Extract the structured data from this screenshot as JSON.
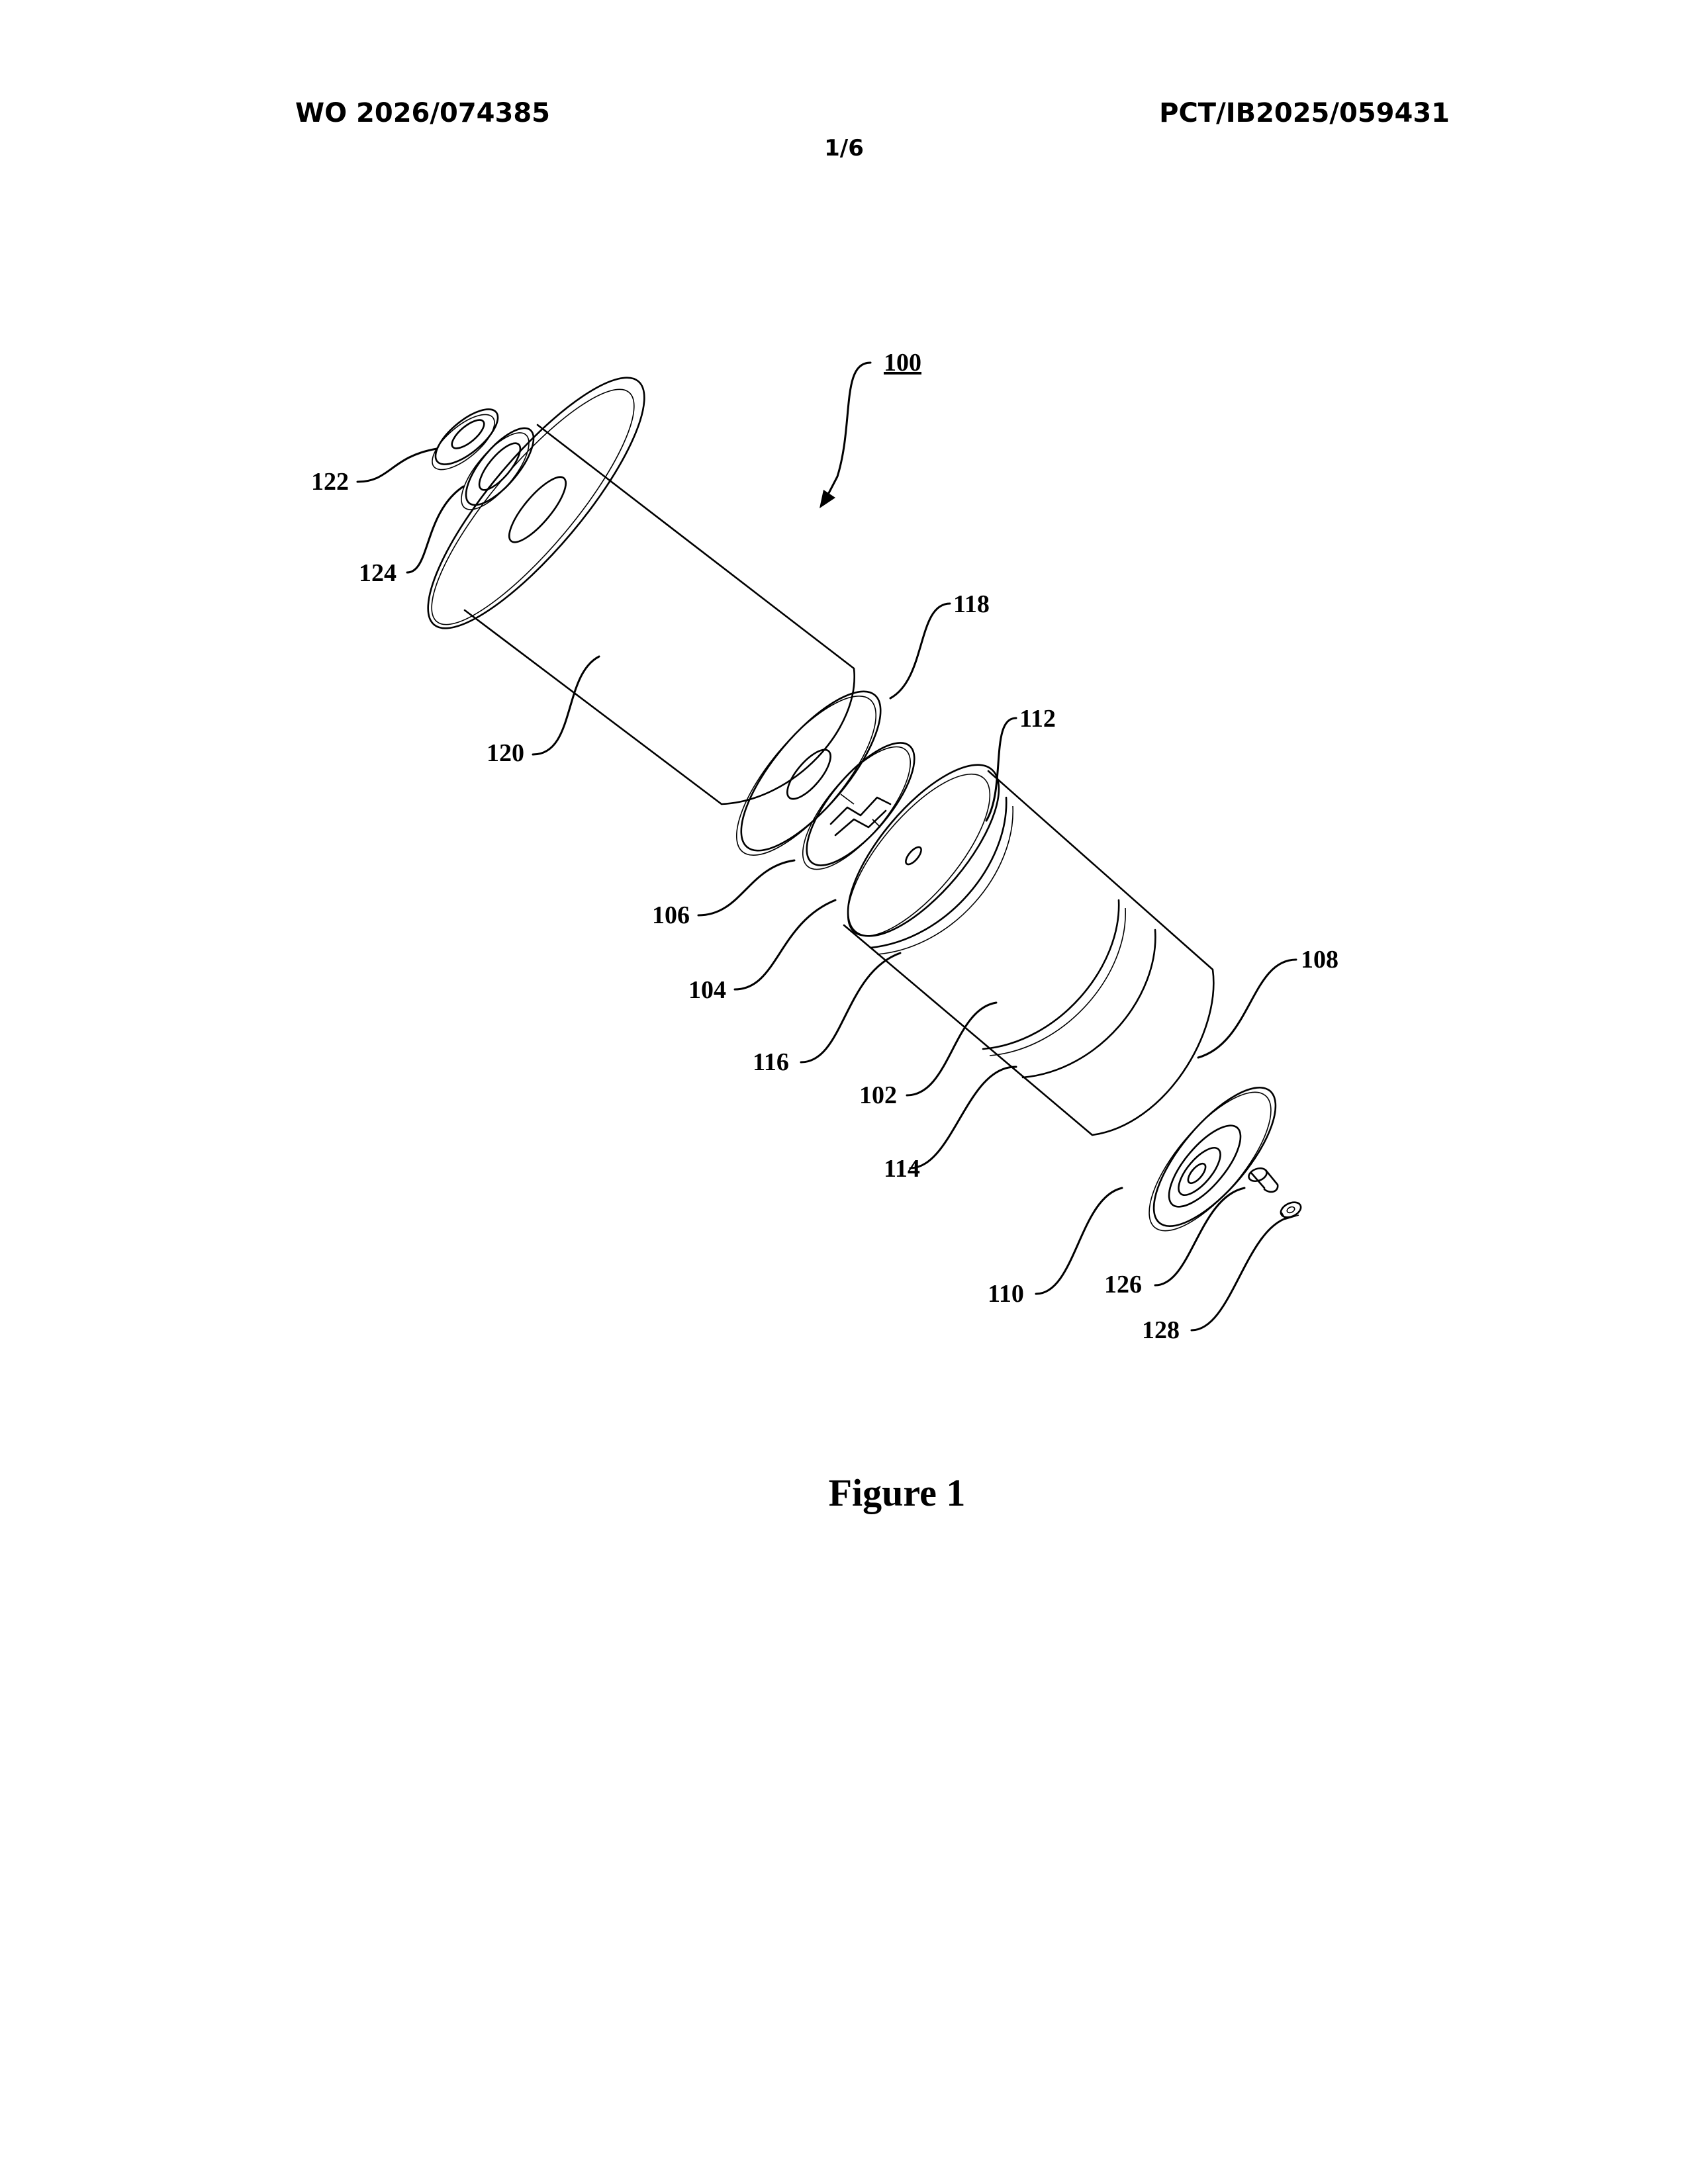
{
  "header": {
    "publication_number": "WO 2026/074385",
    "application_number": "PCT/IB2025/059431",
    "sheet": "1/6"
  },
  "figure": {
    "caption": "Figure 1",
    "reference_numerals": {
      "assembly": "100",
      "r102": "102",
      "r104": "104",
      "r106": "106",
      "r108": "108",
      "r110": "110",
      "r112": "112",
      "r114": "114",
      "r116": "116",
      "r118": "118",
      "r120": "120",
      "r122": "122",
      "r124": "124",
      "r126": "126",
      "r128": "128"
    }
  }
}
